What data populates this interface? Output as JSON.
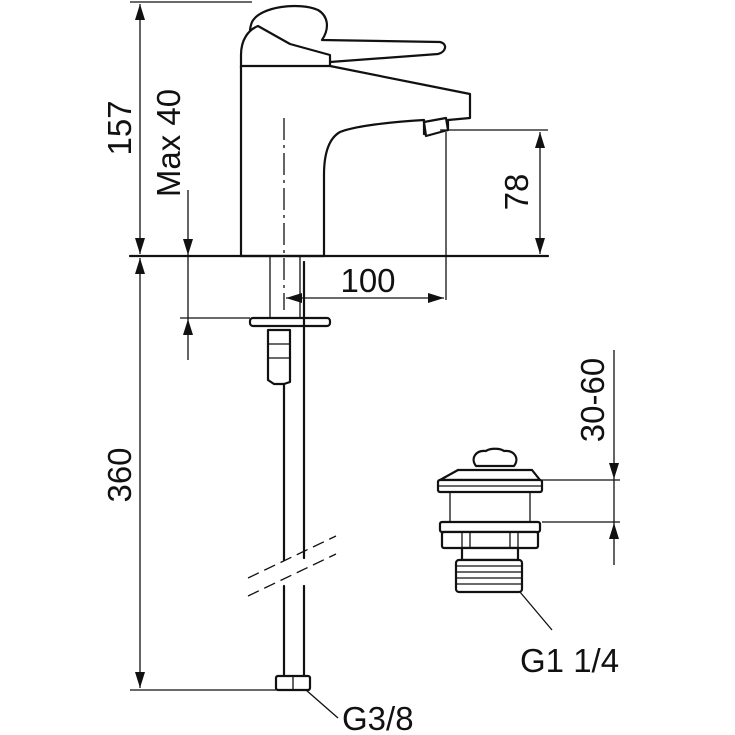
{
  "diagram": {
    "dimensions": {
      "overall_height": "157",
      "max_deck_thickness": "Max 40",
      "spout_height": "78",
      "spout_reach": "100",
      "hose_length": "360",
      "drain_range": "30-60"
    },
    "connections": {
      "supply_thread": "G3/8",
      "drain_thread": "G1 1/4"
    }
  }
}
